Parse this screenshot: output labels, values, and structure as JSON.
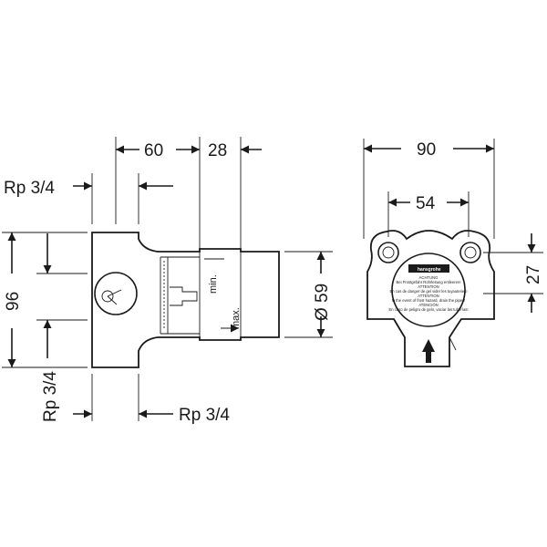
{
  "side_view": {
    "dim_60": "60",
    "dim_28": "28",
    "dim_96": "96",
    "dim_59": "Ø 59",
    "thread_top": "Rp 3/4",
    "thread_left_bottom": "Rp 3/4",
    "thread_bottom": "Rp 3/4",
    "label_min": "min.",
    "label_max": "max."
  },
  "front_view": {
    "dim_90": "90",
    "dim_54": "54",
    "dim_27": "27",
    "brand": "hansgrohe",
    "warning_lines": [
      "ACHTUNG",
      "Bei Frostgefahr Rohrleitung entleeren!",
      "ATTENTION",
      "En cas de danger de gel vider les tuyauteries!",
      "ATTENTION",
      "In the event of frost hazard, drain the pipes!",
      "ATENCIÓN",
      "En caso de peligro de gelo, vaciar las tuberías!"
    ]
  }
}
